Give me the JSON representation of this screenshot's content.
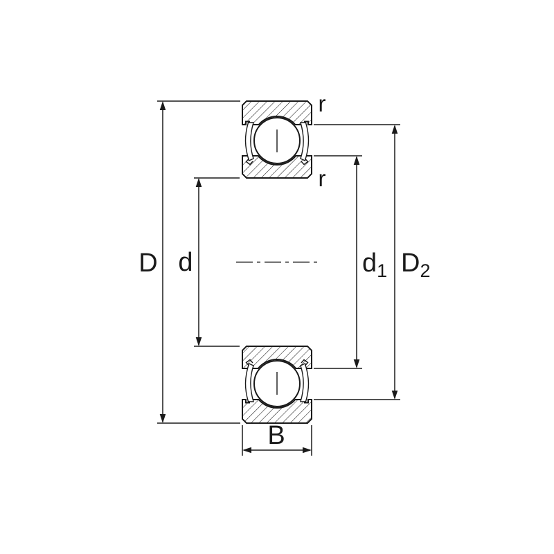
{
  "colors": {
    "line": "#1a1a1a",
    "background": "#ffffff"
  },
  "labels": {
    "outer_diameter": "D",
    "bore_diameter": "d",
    "shoulder_diameter_base": "d",
    "shoulder_diameter_sub": "1",
    "shield_recess_diameter_base": "D",
    "shield_recess_diameter_sub": "2",
    "width": "B",
    "corner_radius_outer": "r",
    "corner_radius_inner": "r"
  }
}
